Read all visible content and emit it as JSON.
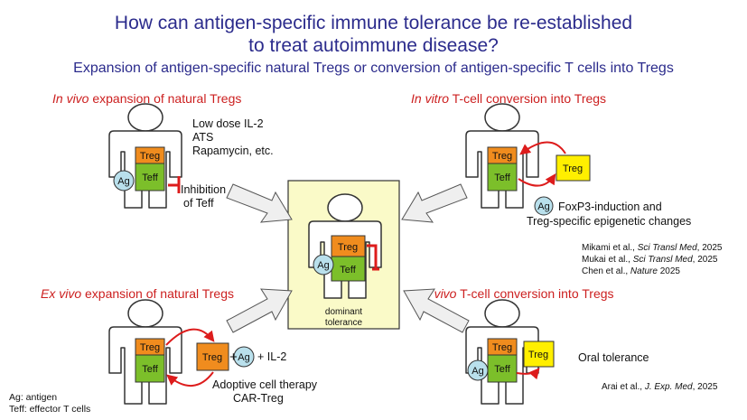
{
  "title_line1": "How can antigen-specific immune tolerance be re-established",
  "title_line2": "to treat autoimmune disease?",
  "subtitle": "Expansion of antigen-specific natural Tregs or conversion of antigen-specific T cells into Tregs",
  "panels": {
    "top_left": {
      "heading_italic": "In vivo",
      "heading_rest": " expansion of natural Tregs",
      "treatments": [
        "Low dose IL-2",
        "ATS",
        "Rapamycin, etc."
      ],
      "inhibition": [
        "Inhibition",
        "of Teff"
      ]
    },
    "top_right": {
      "heading_italic": "In vitro",
      "heading_rest": " T-cell conversion into Tregs",
      "note": [
        "FoxP3-induction and",
        "Treg-specific epigenetic changes"
      ]
    },
    "bottom_left": {
      "heading_italic": "Ex vivo",
      "heading_rest": " expansion of natural Tregs",
      "plus1": "+",
      "plus2": "+ IL-2",
      "note": [
        "Adoptive cell therapy",
        "CAR-Treg"
      ]
    },
    "bottom_right": {
      "heading_italic": "In vivo",
      "heading_rest": " T-cell conversion into Tregs",
      "note": "Oral tolerance"
    },
    "center": {
      "label": [
        "dominant",
        "tolerance"
      ]
    }
  },
  "cells": {
    "treg": "Treg",
    "teff": "Teff",
    "ag": "Ag"
  },
  "references_1": [
    {
      "authors": "Mikami et al., ",
      "journal": "Sci Transl Med",
      "year": ", 2025"
    },
    {
      "authors": "Mukai et al., ",
      "journal": "Sci Transl Med",
      "year": ", 2025"
    },
    {
      "authors": "Chen et al., ",
      "journal": "Nature",
      "year": " 2025"
    }
  ],
  "reference_2": {
    "authors": "Arai et al., ",
    "journal": "J. Exp. Med",
    "year": ", 2025"
  },
  "legend": [
    "Ag: antigen",
    "Teff: effector T cells"
  ],
  "colors": {
    "treg": "#f08c1e",
    "teff": "#7cbf2a",
    "ag": "#b9e0ec",
    "converted_treg": "#ffef00",
    "center_bg": "#fafac8",
    "arrow_red": "#dd1c1c"
  }
}
